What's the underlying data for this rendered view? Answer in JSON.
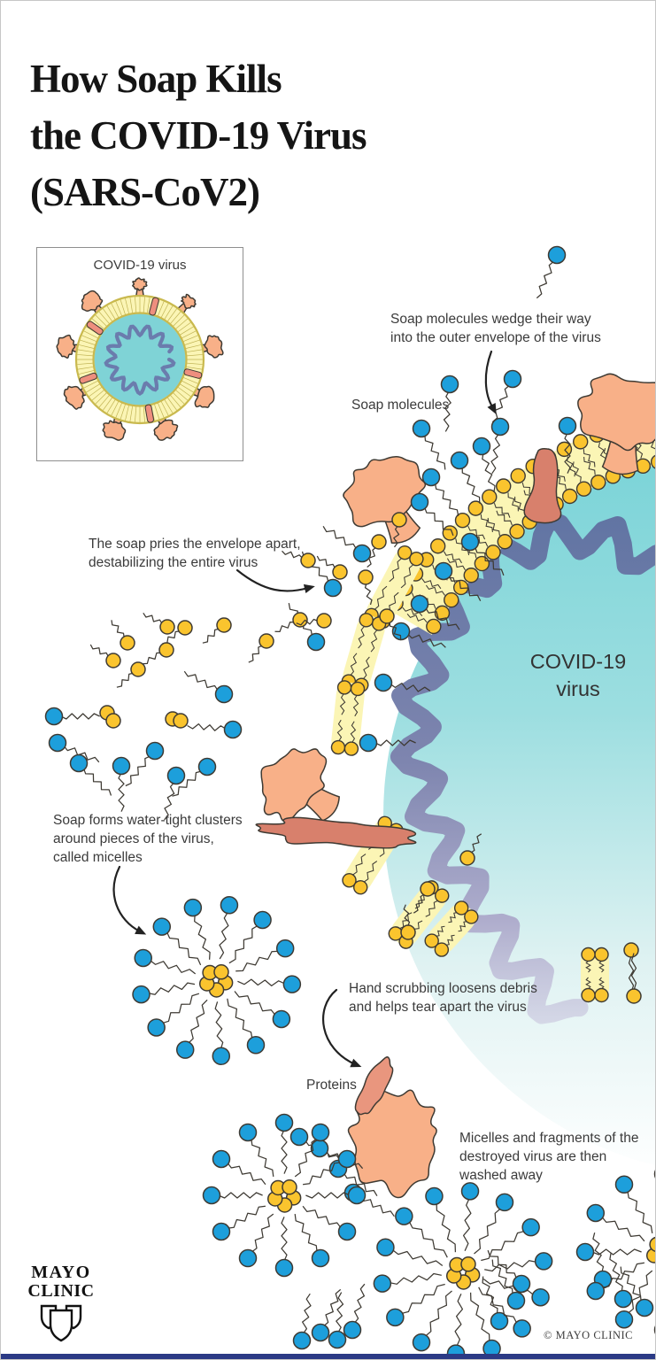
{
  "title": "How Soap Kills\nthe COVID-19 Virus\n(SARS-CoV2)",
  "inset": {
    "label": "COVID-19 virus"
  },
  "annotations": {
    "wedge": "Soap molecules wedge their way\ninto the outer envelope of the virus",
    "soap_molecules": "Soap molecules",
    "pries": "The soap pries the envelope apart,\ndestabilizing the entire virus",
    "virus_name": "COVID-19\nvirus",
    "micelles": "Soap forms water-tight clusters\naround pieces of the virus,\ncalled micelles",
    "scrubbing": "Hand scrubbing loosens debris\nand helps tear apart the virus",
    "proteins": "Proteins",
    "washed": "Micelles and fragments of the\ndestroyed virus are then\nwashed away"
  },
  "footer": {
    "brand_line1": "MAYO",
    "brand_line2": "CLINIC",
    "copyright": "© MAYO CLINIC"
  },
  "colors": {
    "soap_head": "#1D9FDB",
    "lipid_head": "#FAC42E",
    "membrane_fill": "#FBF5B5",
    "spike_fill": "#F8B088",
    "protein_dark": "#D8806C",
    "protein_light": "#E9967E",
    "virus_top": "#7CD4D8",
    "virus_mid": "#9CDEE0",
    "virus_fade": "#FFFFFF",
    "inset_core": "#7FD3D6",
    "rna_dark": "#5F73A2",
    "rna_light": "#C4BDDA",
    "inset_rna": "#6B7CAD",
    "ring_line": "#B5A743",
    "ring_edge": "#C9B94E",
    "outline": "#3E3A33",
    "arrow": "#222222",
    "bottom_bar": "#2B3A85"
  }
}
